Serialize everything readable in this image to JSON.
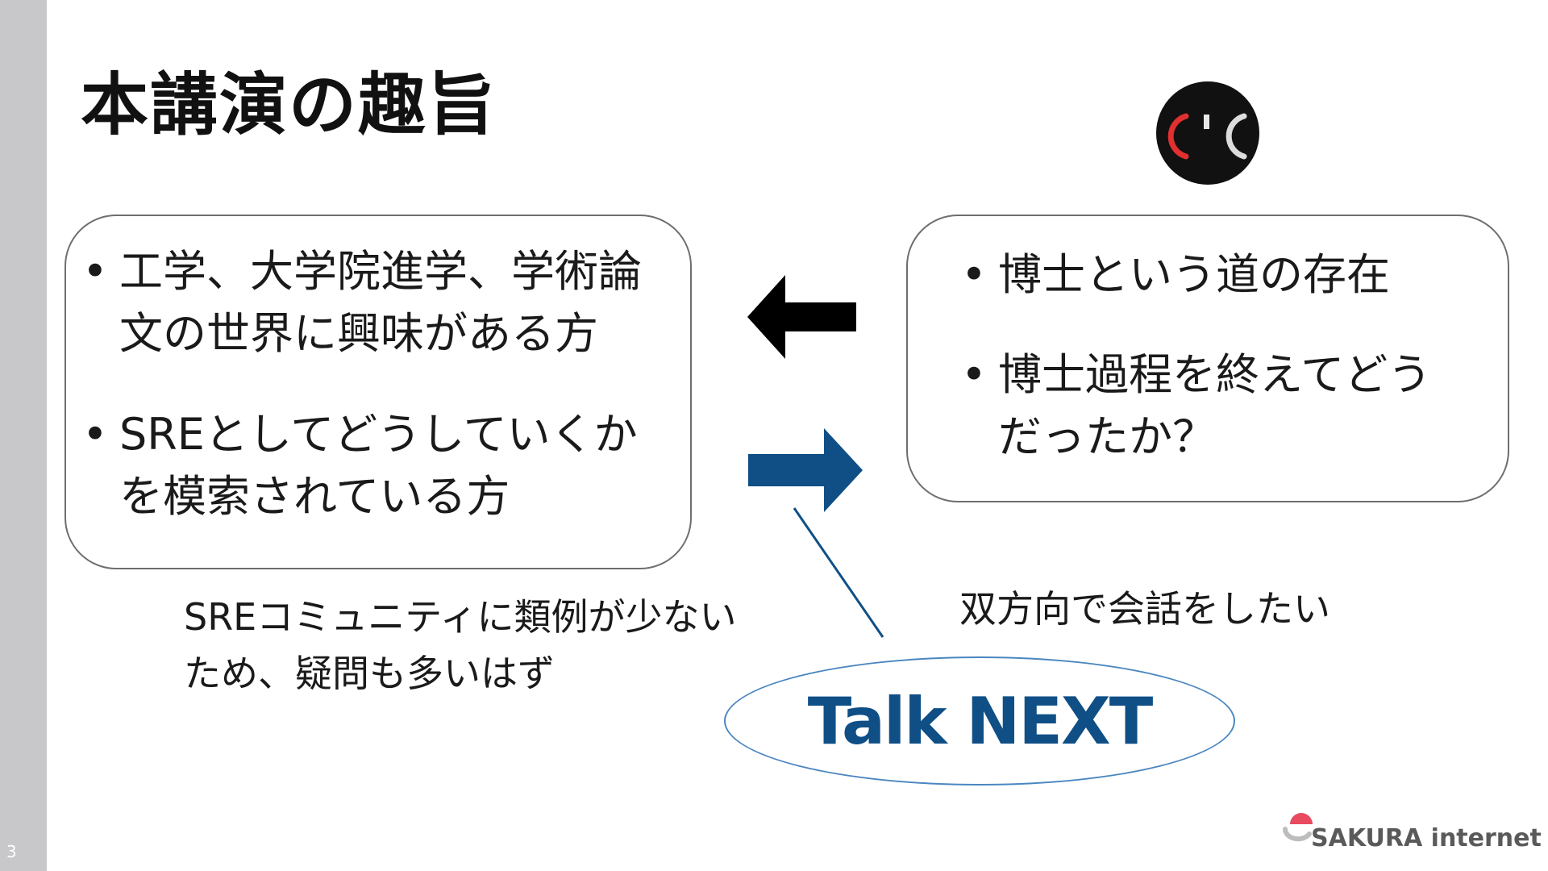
{
  "slide": {
    "page_number": "3",
    "title": "本講演の趣旨"
  },
  "left_box": {
    "items": [
      {
        "lines": [
          "工学、大学院進学、学術論",
          "文の世界に興味がある方"
        ]
      },
      {
        "lines": [
          "SREとしてどうしていくか",
          "を模索されている方"
        ]
      }
    ]
  },
  "right_box": {
    "items": [
      {
        "lines": [
          "博士という道の存在"
        ]
      },
      {
        "lines": [
          "博士過程を終えてどう",
          "だったか？"
        ]
      }
    ]
  },
  "notes": {
    "left": [
      "SREコミュニティに類例が少ない",
      "ため、疑問も多いはず"
    ],
    "right": "双方向で会話をしたい"
  },
  "talk_next": {
    "label": "Talk NEXT"
  },
  "logo": {
    "text": "SAKURA internet"
  },
  "icons": {
    "avatar": "emoticon-face-icon",
    "arrow_left": "arrow-left-icon",
    "arrow_right": "arrow-right-icon",
    "logo_mark": "sakura-logo-icon"
  },
  "colors": {
    "arrow_left": "#000000",
    "arrow_right": "#0f4f86",
    "talk_next_text": "#0f4f86",
    "talk_next_border": "#4a86c0",
    "avatar_bg": "#111111",
    "avatar_left_bracket": "#e03030",
    "logo_mark": "#e84a5f"
  }
}
